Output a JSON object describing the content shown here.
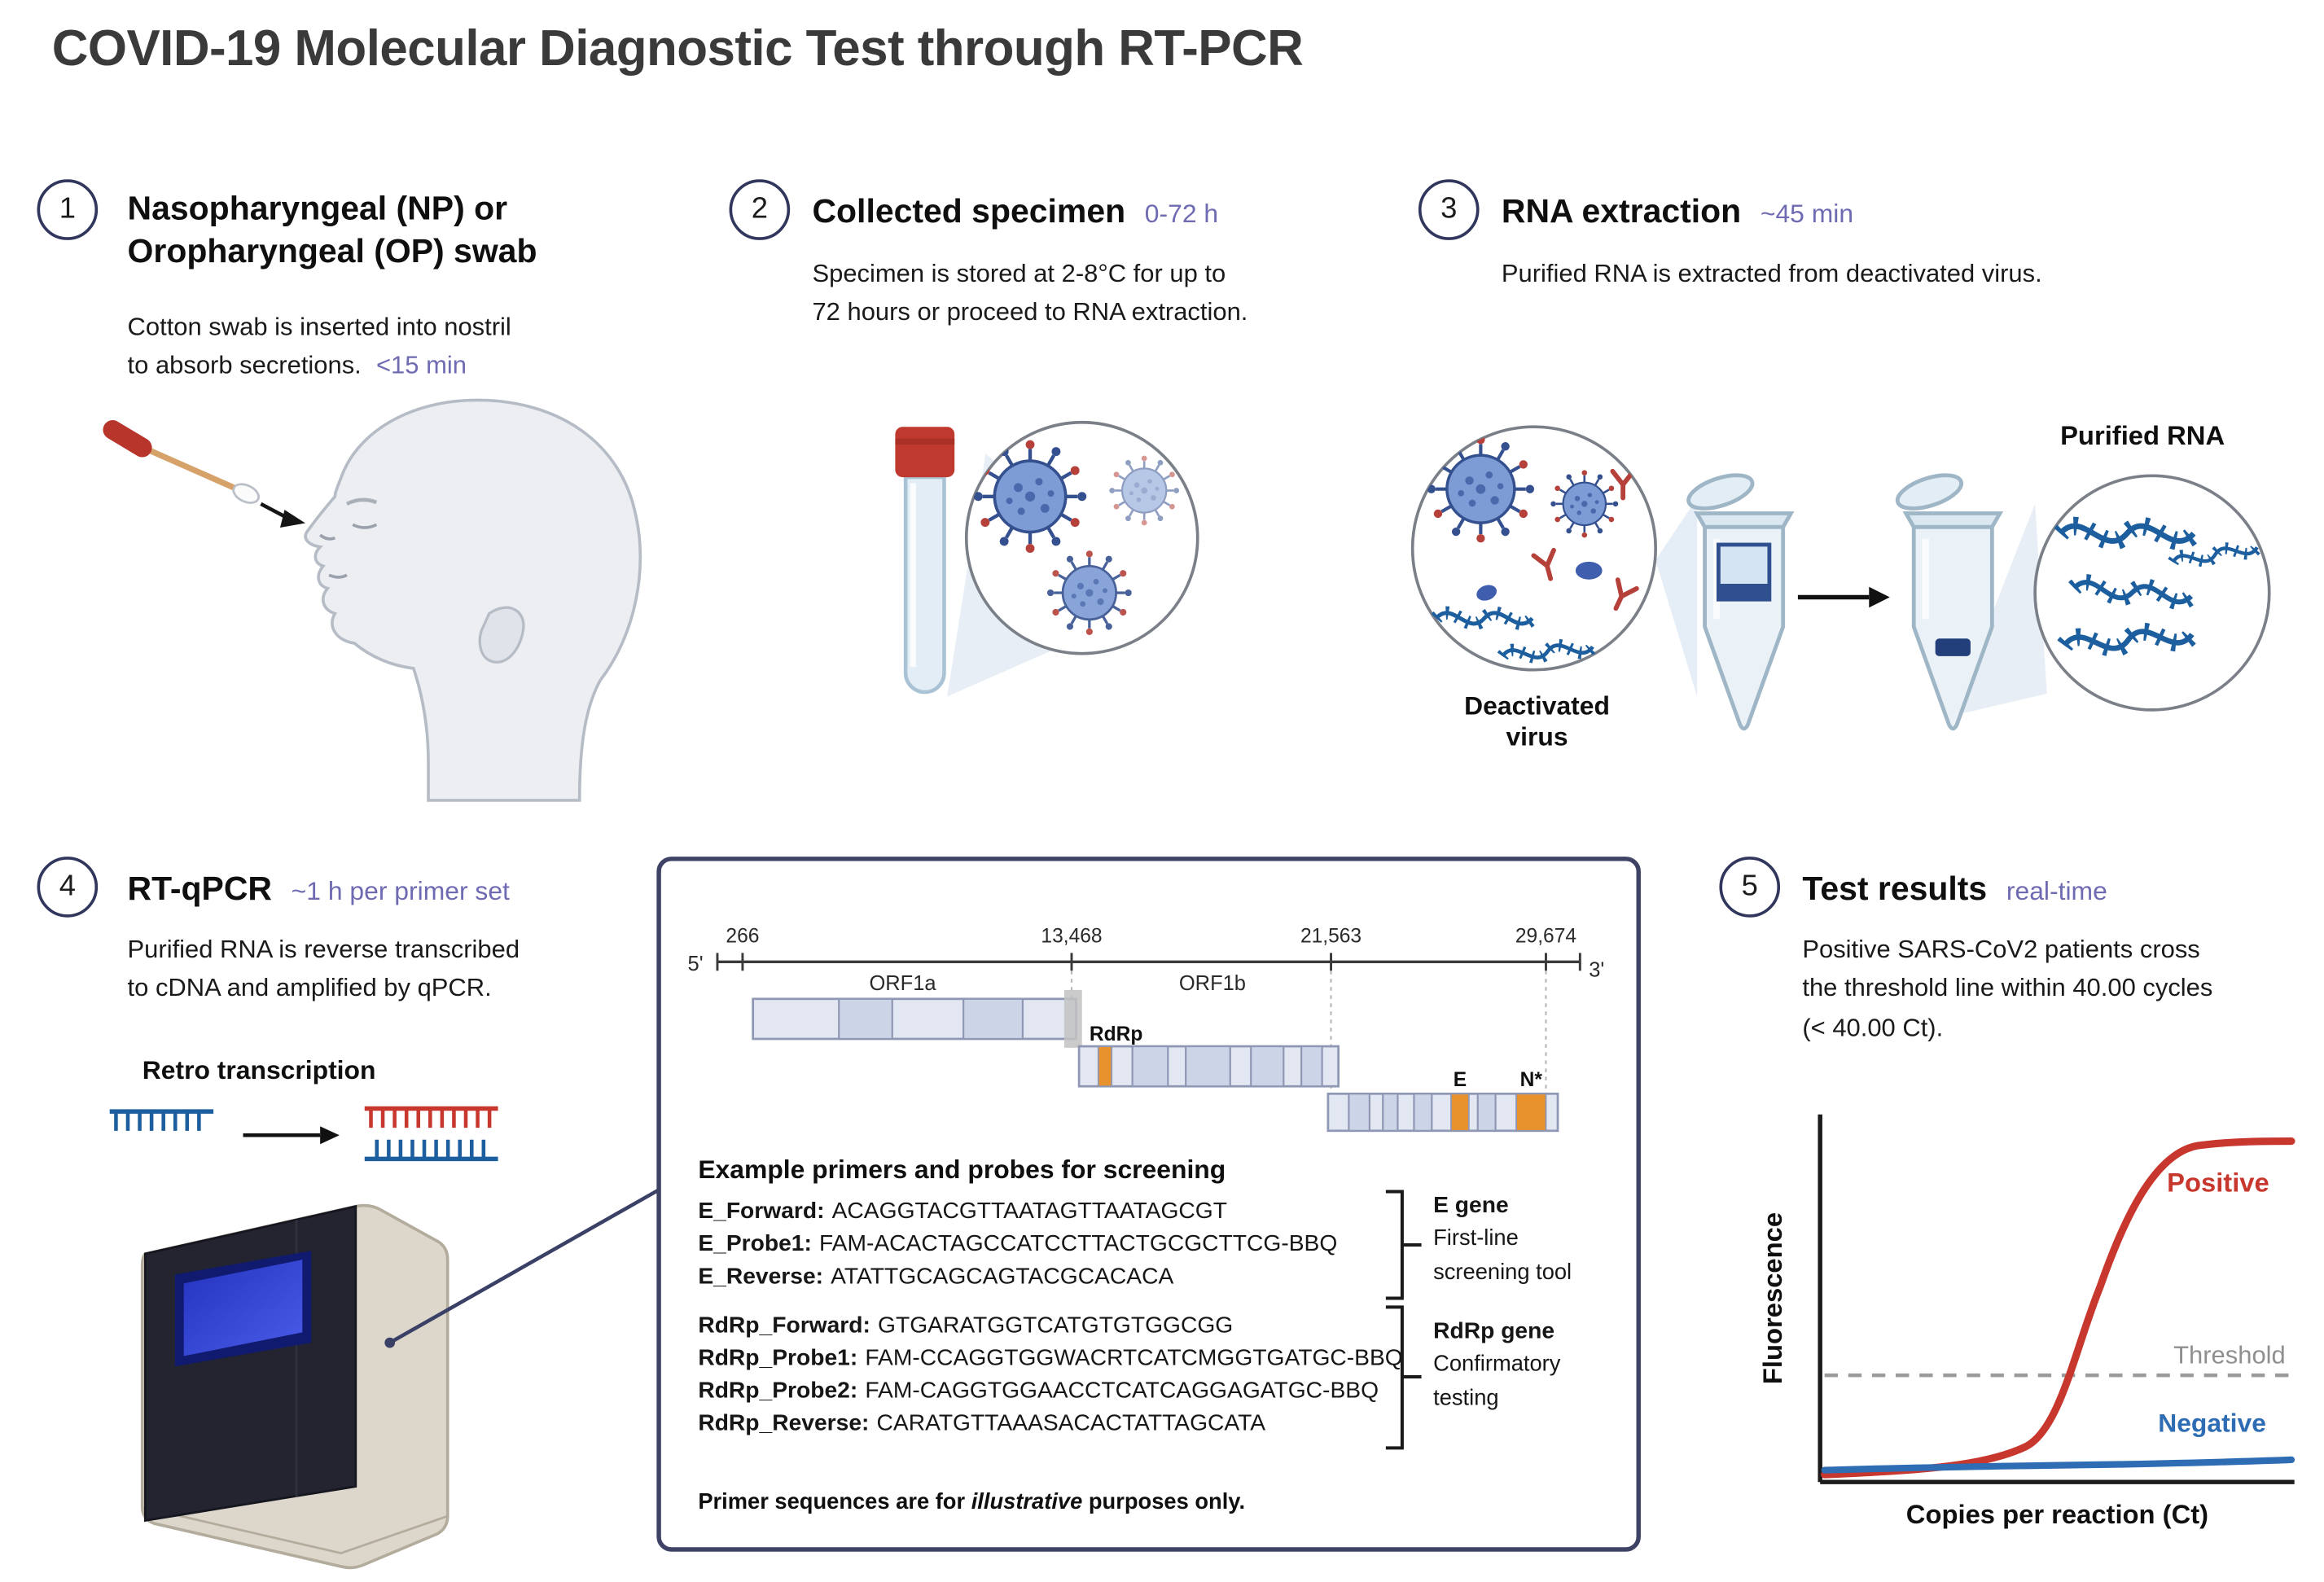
{
  "title": "COVID-19 Molecular Diagnostic Test through RT-PCR",
  "colors": {
    "accent_purple": "#6f6bb2",
    "positive_red": "#c8372d",
    "negative_blue": "#2e6db4",
    "panel_navy": "#3e4366",
    "gene_orange": "#e8922e"
  },
  "steps": {
    "s1": {
      "number": "1",
      "title_l1": "Nasopharyngeal (NP) or",
      "title_l2": "Oropharyngeal (OP) swab",
      "desc_l1": "Cotton swab is inserted into nostril",
      "desc_l2": "to absorb secretions.",
      "duration": "<15 min"
    },
    "s2": {
      "number": "2",
      "title": "Collected specimen",
      "duration": "0-72 h",
      "desc_l1": "Specimen is stored at 2-8°C for up to",
      "desc_l2": "72 hours or proceed to RNA extraction."
    },
    "s3": {
      "number": "3",
      "title": "RNA extraction",
      "duration": "~45 min",
      "desc": "Purified RNA is extracted from deactivated virus.",
      "deactivated_l1": "Deactivated",
      "deactivated_l2": "virus",
      "purified": "Purified RNA"
    },
    "s4": {
      "number": "4",
      "title": "RT-qPCR",
      "duration": "~1 h per primer set",
      "desc_l1": "Purified RNA is reverse transcribed",
      "desc_l2": "to cDNA and amplified by qPCR.",
      "retro": "Retro transcription"
    },
    "s5": {
      "number": "5",
      "title": "Test results",
      "duration": "real-time",
      "desc_l1": "Positive SARS-CoV2 patients cross",
      "desc_l2": "the threshold line within 40.00 cycles",
      "desc_l3": "(< 40.00 Ct)."
    }
  },
  "genome": {
    "ticks": [
      "266",
      "13,468",
      "21,563",
      "29,674"
    ],
    "five_prime": "5'",
    "three_prime": "3'",
    "orf1a": "ORF1a",
    "orf1b": "ORF1b",
    "rdrp": "RdRp",
    "e": "E",
    "n": "N*"
  },
  "primers": {
    "heading": "Example primers and probes for screening",
    "e_set": [
      {
        "label": "E_Forward:",
        "seq": "ACAGGTACGTTAATAGTTAATAGCGT"
      },
      {
        "label": "E_Probe1:",
        "seq": "FAM-ACACTAGCCATCCTTACTGCGCTTCG-BBQ"
      },
      {
        "label": "E_Reverse:",
        "seq": "ATATTGCAGCAGTACGCACACA"
      }
    ],
    "e_bracket": {
      "title": "E gene",
      "line1": "First-line",
      "line2": "screening tool"
    },
    "rdrp_set": [
      {
        "label": "RdRp_Forward:",
        "seq": "GTGARATGGTCATGTGTGGCGG"
      },
      {
        "label": "RdRp_Probe1:",
        "seq": "FAM-CCAGGTGGWACRTCATCMGGTGATGC-BBQ"
      },
      {
        "label": "RdRp_Probe2:",
        "seq": "FAM-CAGGTGGAACCTCATCAGGAGATGC-BBQ"
      },
      {
        "label": "RdRp_Reverse:",
        "seq": "CARATGTTAAASACACTATTAGCATA"
      }
    ],
    "rdrp_bracket": {
      "title": "RdRp gene",
      "line1": "Confirmatory",
      "line2": "testing"
    },
    "disclaimer_pre": "Primer sequences are for ",
    "disclaimer_italic": "illustrative",
    "disclaimer_post": " purposes only."
  },
  "chart": {
    "ylabel": "Fluorescence",
    "xlabel": "Copies per reaction (Ct)",
    "positive": "Positive",
    "threshold": "Threshold",
    "negative": "Negative"
  },
  "chart_data": {
    "type": "line",
    "title": "",
    "xlabel": "Copies per reaction (Ct)",
    "ylabel": "Fluorescence",
    "grid": false,
    "legend_position": "inline-labels",
    "axes_numeric_ticks": false,
    "series": [
      {
        "name": "Positive",
        "shape": "sigmoid",
        "color": "#c8372d",
        "x_norm": [
          0,
          0.2,
          0.4,
          0.5,
          0.58,
          0.65,
          0.75,
          0.9,
          1.0
        ],
        "y_norm": [
          0.02,
          0.03,
          0.05,
          0.12,
          0.35,
          0.65,
          0.9,
          0.96,
          0.96
        ]
      },
      {
        "name": "Threshold",
        "shape": "dashed-horizontal",
        "color": "#9b9b9b",
        "y_norm": 0.3
      },
      {
        "name": "Negative",
        "shape": "flat",
        "color": "#2e6db4",
        "x_norm": [
          0,
          1.0
        ],
        "y_norm": [
          0.02,
          0.05
        ]
      }
    ]
  }
}
